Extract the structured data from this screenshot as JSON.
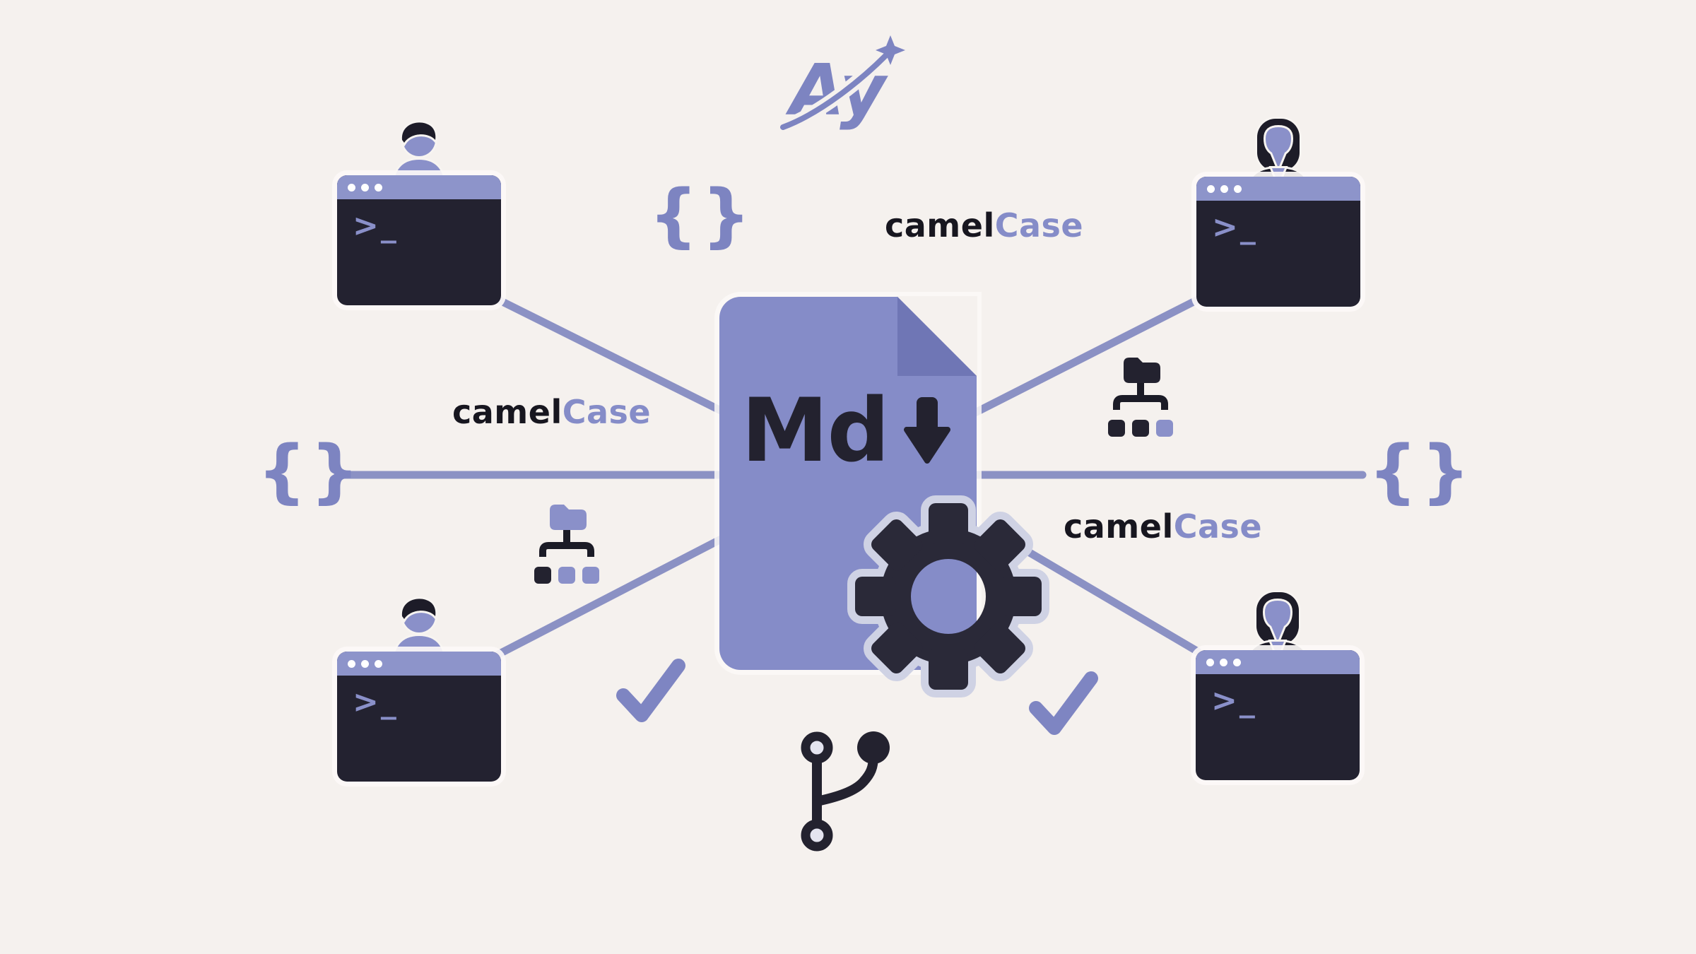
{
  "background_color": "#f5f1ee",
  "palette": {
    "periwinkle": "#858cc8",
    "periwinkle_fold": "#6f76b5",
    "titlebar_purple": "#8d94ca",
    "terminal_navy": "#232230",
    "gear_navy": "#2a2938",
    "ink_dark": "#17161f",
    "connector_line": "#8b91c4",
    "gear_halo": "#cfd2e4",
    "dot_white": "#ffffff",
    "hollow_node_fill": "#e4e4f0"
  },
  "logo": {
    "text": "Ay",
    "icon": "shooting-star-swoosh-icon"
  },
  "document": {
    "label": "Md",
    "icon": "download-arrow-icon",
    "type": "markdown-file"
  },
  "labels": {
    "camelcase": [
      {
        "dark": "camel",
        "accent": "Case",
        "position": "top-center"
      },
      {
        "dark": "camel",
        "accent": "Case",
        "position": "middle-left"
      },
      {
        "dark": "camel",
        "accent": "Case",
        "position": "middle-right"
      }
    ]
  },
  "symbols": {
    "braces": "{}"
  },
  "terminal": {
    "prompt": ">_",
    "titlebar_dots": 3
  },
  "terminals": [
    {
      "position": "top-left",
      "person": "man"
    },
    {
      "position": "top-right",
      "person": "woman"
    },
    {
      "position": "bottom-left",
      "person": "man"
    },
    {
      "position": "bottom-right",
      "person": "woman"
    }
  ],
  "decorations": [
    "curly-braces-icon x3",
    "folder-tree-icon x2",
    "checkmark-icon x2",
    "gear-icon",
    "git-branch-icon"
  ]
}
